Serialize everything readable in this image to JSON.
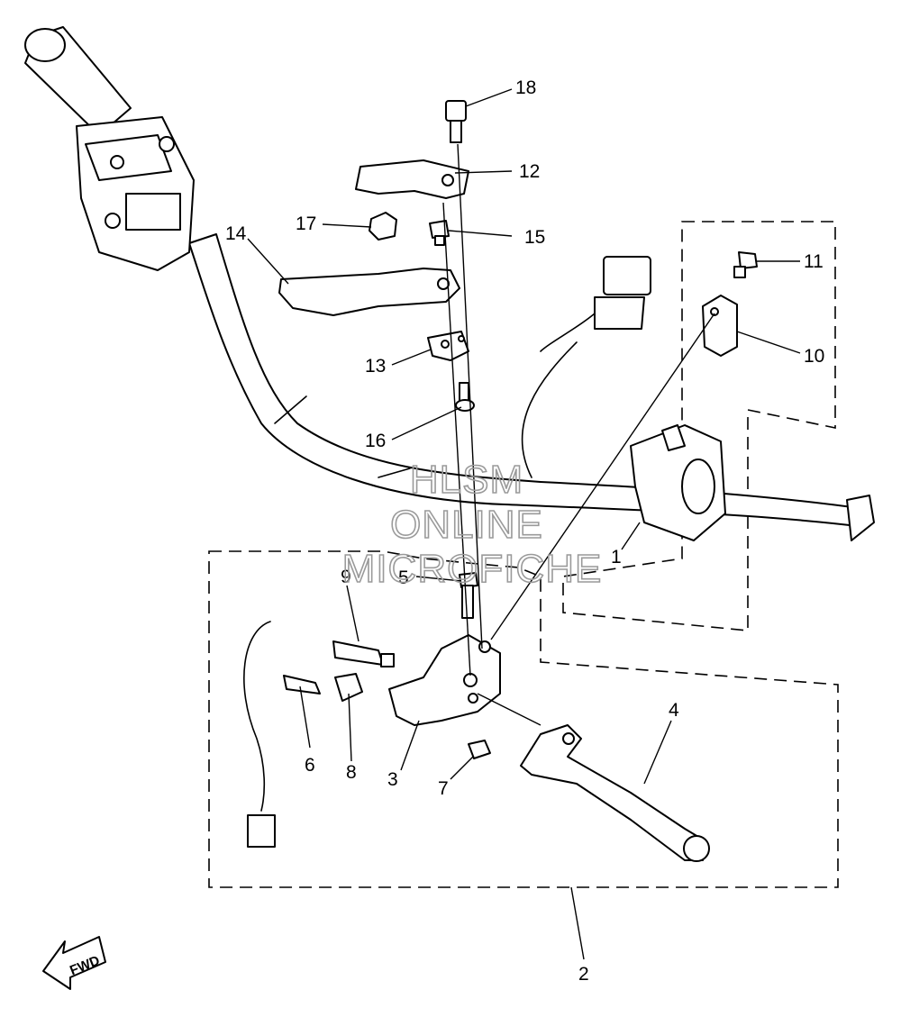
{
  "callouts": [
    "1",
    "2",
    "3",
    "4",
    "5",
    "6",
    "7",
    "8",
    "9",
    "10",
    "11",
    "12",
    "13",
    "14",
    "15",
    "16",
    "17",
    "18"
  ],
  "watermark": [
    "HLSM",
    "ONLINE",
    "MICROFICHE"
  ],
  "direction_label": "FWD"
}
